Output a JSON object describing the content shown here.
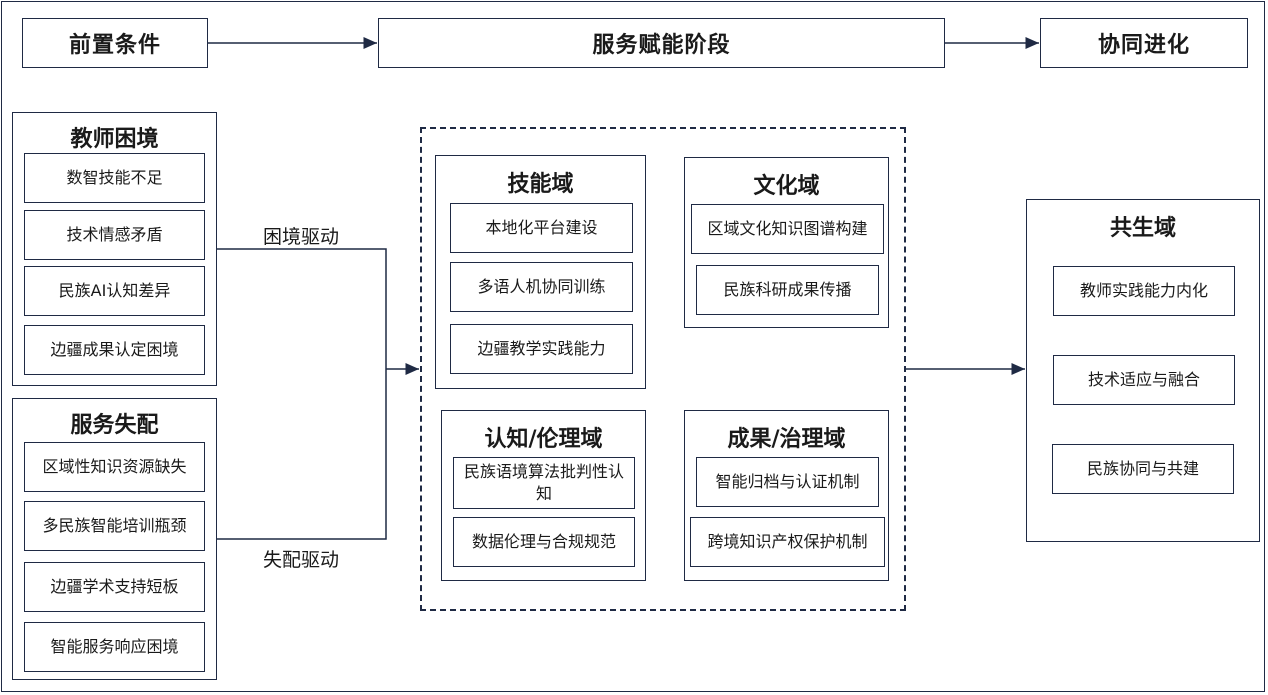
{
  "stages": {
    "pre": "前置条件",
    "service": "服务赋能阶段",
    "evolve": "协同进化"
  },
  "teacher": {
    "title": "教师困境",
    "items": [
      "数智技能不足",
      "技术情感矛盾",
      "民族AI认知差异",
      "边疆成果认定困境"
    ]
  },
  "mismatch": {
    "title": "服务失配",
    "items": [
      "区域性知识资源缺失",
      "多民族智能培训瓶颈",
      "边疆学术支持短板",
      "智能服务响应困境"
    ]
  },
  "edges": {
    "dilemma_drive": "困境驱动",
    "mismatch_drive": "失配驱动"
  },
  "skill": {
    "title": "技能域",
    "items": [
      "本地化平台建设",
      "多语人机协同训练",
      "边疆教学实践能力"
    ]
  },
  "culture": {
    "title": "文化域",
    "items": [
      "区域文化知识图谱构建",
      "民族科研成果传播"
    ]
  },
  "cognition": {
    "title": "认知/伦理域",
    "items": [
      "民族语境算法批判性认知",
      "数据伦理与合规规范"
    ]
  },
  "outcome": {
    "title": "成果/治理域",
    "items": [
      "智能归档与认证机制",
      "跨境知识产权保护机制"
    ]
  },
  "symbiosis": {
    "title": "共生域",
    "items": [
      "教师实践能力内化",
      "技术适应与融合",
      "民族协同与共建"
    ]
  }
}
